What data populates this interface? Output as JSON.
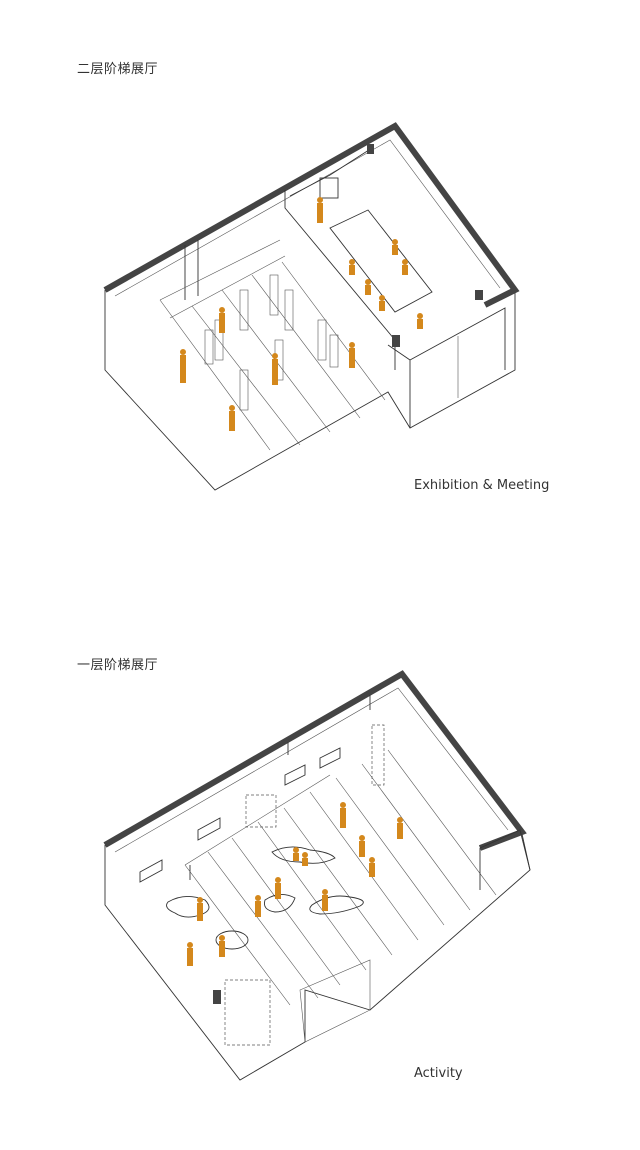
{
  "floor2": {
    "title": "二层阶梯展厅",
    "caption": "Exhibition & Meeting"
  },
  "floor1": {
    "title": "一层阶梯展厅",
    "caption": "Activity"
  },
  "colors": {
    "figures": "#d4881c",
    "walls": "#444444",
    "lines": "#333333"
  }
}
